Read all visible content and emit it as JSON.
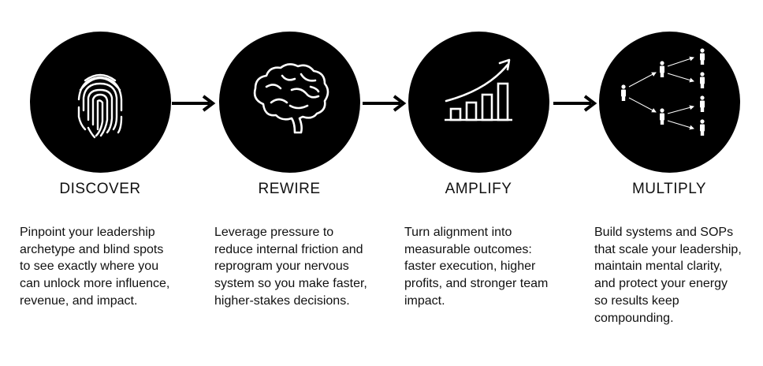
{
  "steps": [
    {
      "title": "DISCOVER",
      "icon": "fingerprint-icon",
      "description": "Pinpoint your leadership archetype and blind spots to see exactly where you can unlock more influence, revenue, and impact."
    },
    {
      "title": "REWIRE",
      "icon": "brain-icon",
      "description": "Leverage pressure to reduce internal friction and reprogram your nervous system so you make faster, higher-stakes decisions."
    },
    {
      "title": "AMPLIFY",
      "icon": "growth-chart-icon",
      "description": "Turn alignment into measurable outcomes: faster execution, higher profits, and stronger team impact."
    },
    {
      "title": "MULTIPLY",
      "icon": "team-network-icon",
      "description": "Build systems and SOPs that scale your leadership, maintain mental clarity, and protect your energy so results keep compounding."
    }
  ],
  "colors": {
    "circle": "#000000",
    "icon": "#ffffff",
    "text": "#111111"
  }
}
